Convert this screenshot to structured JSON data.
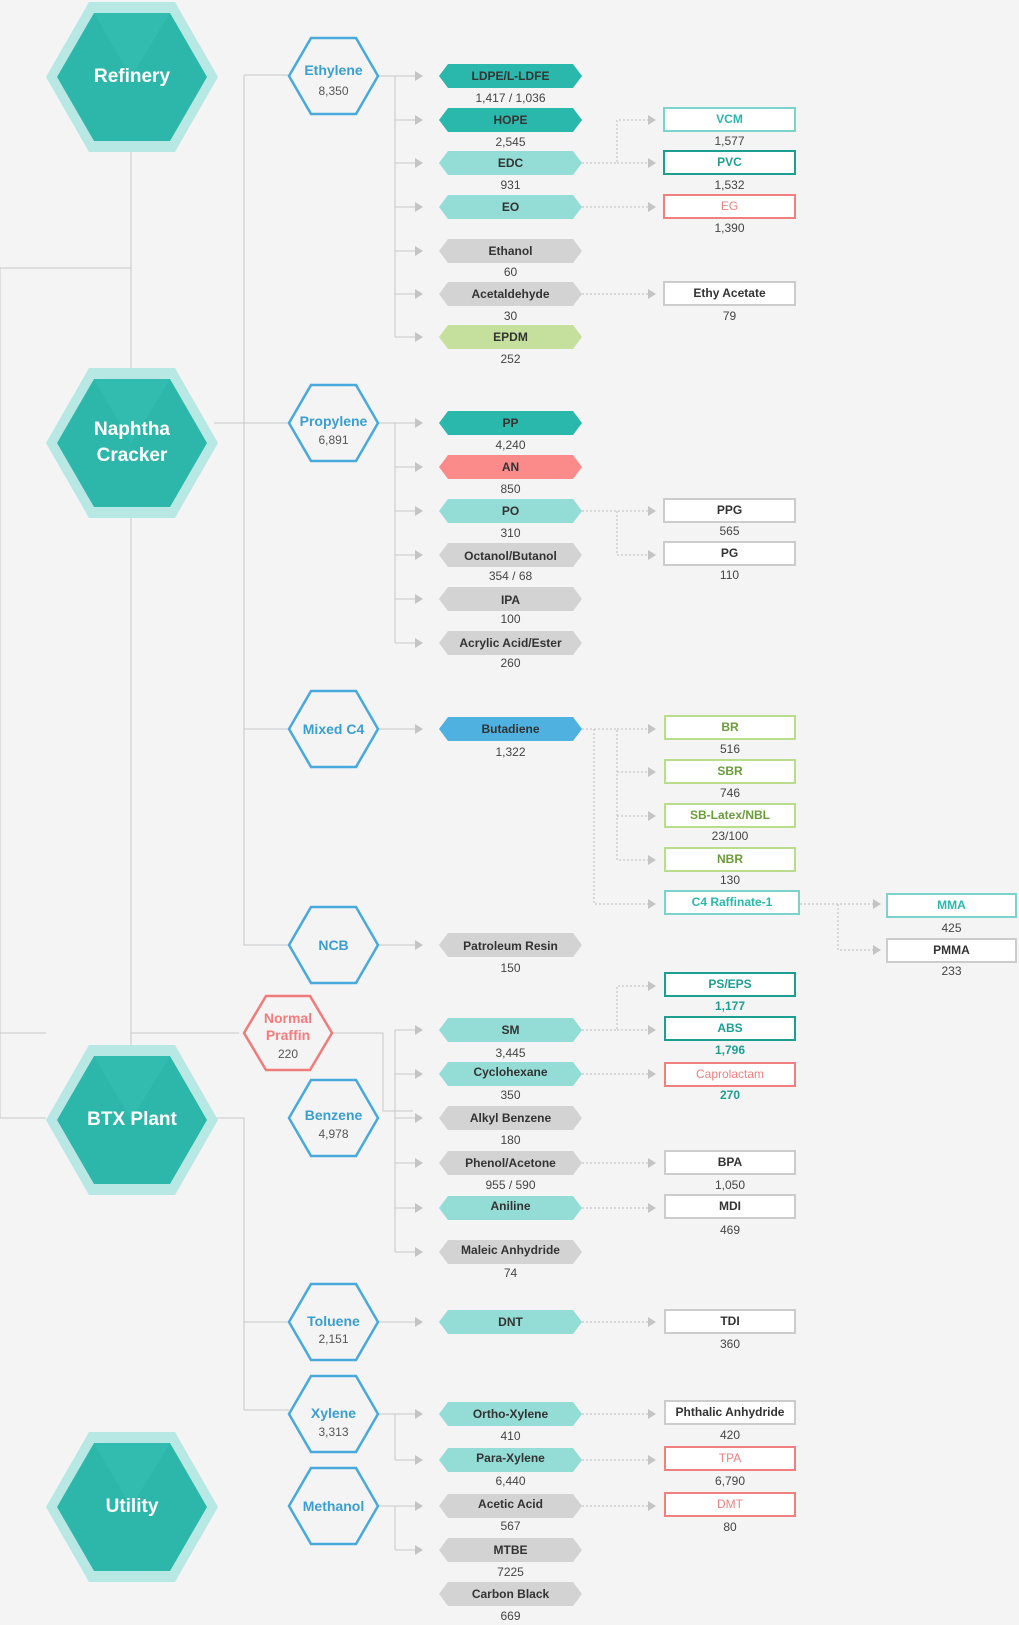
{
  "colors": {
    "teal_dark": "#2bb8ac",
    "teal_light": "#93ddd6",
    "red": "#fb8b8b",
    "grey": "#d3d3d3",
    "green": "#c4e09c",
    "blue": "#4fb1df",
    "hex_blue": "#3a9fd0",
    "hex_red": "#f47c7c",
    "box_teal": "#7bd4cc",
    "box_teal_dark": "#1c9f92",
    "box_red": "#f08080",
    "box_green": "#b9de8b",
    "box_grey": "#cccccc"
  },
  "sources": {
    "refinery": "Refinery",
    "naphtha": "Naphtha\nCracker",
    "btx": "BTX Plant",
    "utility": "Utility"
  },
  "feedstocks": {
    "ethylene": {
      "name": "Ethylene",
      "value": "8,350"
    },
    "propylene": {
      "name": "Propylene",
      "value": "6,891"
    },
    "mixed_c4": {
      "name": "Mixed C4",
      "value": ""
    },
    "ncb": {
      "name": "NCB",
      "value": ""
    },
    "normal_paraffin": {
      "name": "Normal\nPraffin",
      "value": "220"
    },
    "benzene": {
      "name": "Benzene",
      "value": "4,978"
    },
    "toluene": {
      "name": "Toluene",
      "value": "2,151"
    },
    "xylene": {
      "name": "Xylene",
      "value": "3,313"
    },
    "methanol": {
      "name": "Methanol",
      "value": ""
    }
  },
  "products": {
    "ldpe": {
      "name": "LDPE/L-LDFE",
      "value": "1,417 / 1,036"
    },
    "hope": {
      "name": "HOPE",
      "value": "2,545"
    },
    "edc": {
      "name": "EDC",
      "value": "931"
    },
    "eo": {
      "name": "EO",
      "value": ""
    },
    "ethanol": {
      "name": "Ethanol",
      "value": "60"
    },
    "acetaldehyde": {
      "name": "Acetaldehyde",
      "value": "30"
    },
    "epdm": {
      "name": "EPDM",
      "value": "252"
    },
    "pp": {
      "name": "PP",
      "value": "4,240"
    },
    "an": {
      "name": "AN",
      "value": "850"
    },
    "po": {
      "name": "PO",
      "value": "310"
    },
    "octanol": {
      "name": "Octanol/Butanol",
      "value": "354 / 68"
    },
    "ipa": {
      "name": "IPA",
      "value": "100"
    },
    "acrylic": {
      "name": "Acrylic Acid/Ester",
      "value": "260"
    },
    "butadiene": {
      "name": "Butadiene",
      "value": "1,322"
    },
    "petroleum_resin": {
      "name": "Patroleum Resin",
      "value": "150"
    },
    "sm": {
      "name": "SM",
      "value": "3,445"
    },
    "cyclohexane": {
      "name": "Cyclohexane",
      "value": "350"
    },
    "alkyl_benzene": {
      "name": "Alkyl Benzene",
      "value": "180"
    },
    "phenol": {
      "name": "Phenol/Acetone",
      "value": "955 / 590"
    },
    "aniline": {
      "name": "Aniline",
      "value": ""
    },
    "maleic": {
      "name": "Maleic Anhydride",
      "value": "74"
    },
    "dnt": {
      "name": "DNT",
      "value": ""
    },
    "ortho_xylene": {
      "name": "Ortho-Xylene",
      "value": "410"
    },
    "para_xylene": {
      "name": "Para-Xylene",
      "value": "6,440"
    },
    "acetic_acid": {
      "name": "Acetic Acid",
      "value": "567"
    },
    "mtbe": {
      "name": "MTBE",
      "value": "7225"
    },
    "carbon_black": {
      "name": "Carbon Black",
      "value": "669"
    }
  },
  "derivatives": {
    "vcm": {
      "name": "VCM",
      "value": "1,577"
    },
    "pvc": {
      "name": "PVC",
      "value": "1,532"
    },
    "eg": {
      "name": "EG",
      "value": "1,390"
    },
    "ethy_acetate": {
      "name": "Ethy Acetate",
      "value": "79"
    },
    "ppg": {
      "name": "PPG",
      "value": "565"
    },
    "pg": {
      "name": "PG",
      "value": "110"
    },
    "br": {
      "name": "BR",
      "value": "516"
    },
    "sbr": {
      "name": "SBR",
      "value": "746"
    },
    "sb_latex": {
      "name": "SB-Latex/NBL",
      "value": "23/100"
    },
    "nbr": {
      "name": "NBR",
      "value": "130"
    },
    "c4_raffinate": {
      "name": "C4 Raffinate-1",
      "value": ""
    },
    "mma": {
      "name": "MMA",
      "value": "425"
    },
    "pmma": {
      "name": "PMMA",
      "value": "233"
    },
    "ps_eps": {
      "name": "PS/EPS",
      "value": "1,177"
    },
    "abs": {
      "name": "ABS",
      "value": "1,796"
    },
    "caprolactam": {
      "name": "Caprolactam",
      "value": "270"
    },
    "bpa": {
      "name": "BPA",
      "value": "1,050"
    },
    "mdi": {
      "name": "MDI",
      "value": "469"
    },
    "tdi": {
      "name": "TDI",
      "value": "360"
    },
    "phthalic": {
      "name": "Phthalic Anhydride",
      "value": "420"
    },
    "tpa": {
      "name": "TPA",
      "value": "6,790"
    },
    "dmt": {
      "name": "DMT",
      "value": "80"
    }
  }
}
